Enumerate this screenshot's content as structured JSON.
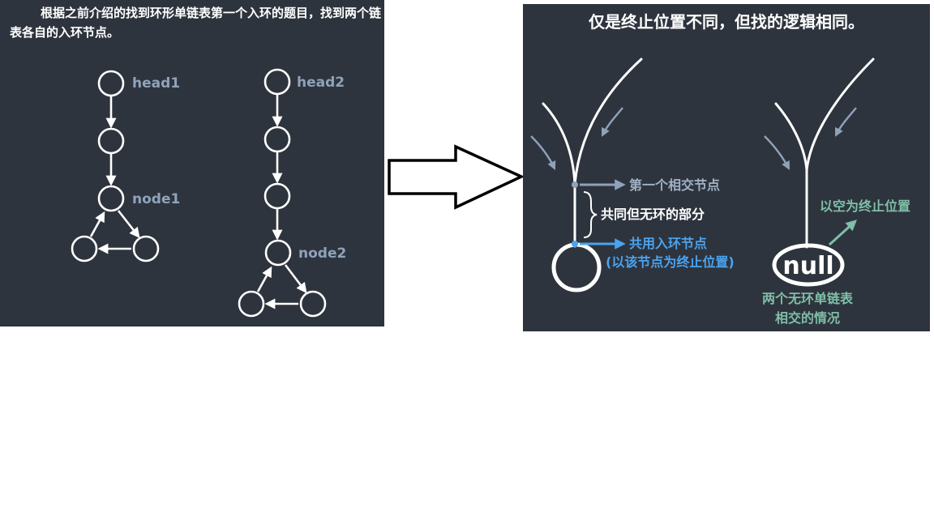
{
  "left": {
    "intro": "根据之前介绍的找到环形单链表第一个入环的题目，找到两个链表各自的入环节点。",
    "head1": "head1",
    "node1": "node1",
    "head2": "head2",
    "node2": "node2"
  },
  "right": {
    "title": "仅是终止位置不同，但找的逻辑相同。",
    "first_intersection": "第一个相交节点",
    "shared_no_loop": "共同但无环的部分",
    "shared_loop_entry": "共用入环节点",
    "shared_loop_entry_note": "(以该节点为终止位置)",
    "null_text": "null",
    "null_stop": "以空为终止位置",
    "caption_line1": "两个无环单链表",
    "caption_line2": "相交的情况"
  },
  "colors": {
    "background": "#2e343d",
    "node_stroke": "#ffffff",
    "label_grey": "#8fa3bb",
    "highlight_blue": "#4aa3f0",
    "caption_green": "#7fbfa8"
  }
}
